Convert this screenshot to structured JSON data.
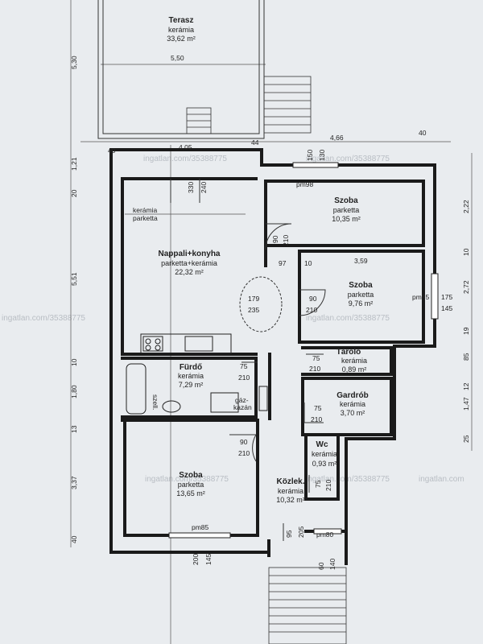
{
  "rooms": {
    "terasz": {
      "name": "Terasz",
      "floor": "kerámia",
      "area": "33,62 m²"
    },
    "szoba1": {
      "name": "Szoba",
      "floor": "parketta",
      "area": "10,35 m²"
    },
    "nappali": {
      "name": "Nappali+konyha",
      "floor": "parketta+kerámia",
      "area": "22,32 m²"
    },
    "szoba2": {
      "name": "Szoba",
      "floor": "parketta",
      "area": "9,76 m²"
    },
    "furdo": {
      "name": "Fürdő",
      "floor": "kerámia",
      "area": "7,29 m²"
    },
    "tarolo": {
      "name": "Tároló",
      "floor": "kerámia",
      "area": "0,89 m²"
    },
    "gardrob": {
      "name": "Gardrób",
      "floor": "kerámia",
      "area": "3,70 m²"
    },
    "szoba3": {
      "name": "Szoba",
      "floor": "parketta",
      "area": "13,65 m²"
    },
    "wc": {
      "name": "Wc",
      "floor": "kerámia",
      "area": "0,93 m²"
    },
    "kozlek": {
      "name": "Közlek.",
      "floor": "kerámia",
      "area": "10,32 m²"
    }
  },
  "labels": {
    "keramia": "kerámia",
    "parketta": "parketta",
    "szell": "szell.",
    "gaz": "gáz-",
    "kazan": "kazán",
    "pm98": "pm98",
    "pm85_right": "pm85",
    "pm85_bottom": "pm85",
    "pm80": "pm80"
  },
  "dims": {
    "d530": "5,30",
    "d550": "5,50",
    "d40a": "40",
    "d405": "4,05",
    "d44": "44",
    "d466": "4,66",
    "d40b": "40",
    "d150": "150",
    "d130": "130",
    "d121": "1,21",
    "d20": "20",
    "d330": "330",
    "d240": "240",
    "d222": "2,22",
    "d10a": "10",
    "d90a": "90",
    "d210a": "210",
    "d97": "97",
    "d10b": "10",
    "d359": "3,59",
    "d551": "5,51",
    "d179": "179",
    "d235": "235",
    "d90b": "90",
    "d210b": "210",
    "d175": "175",
    "d145a": "145",
    "d272": "2,72",
    "d19": "19",
    "d10c": "10",
    "d85": "85",
    "d75a": "75",
    "d210c": "210",
    "d75b": "75",
    "d210d": "210",
    "d180": "1,80",
    "d13": "13",
    "d147": "1,47",
    "d12": "12",
    "d75c": "75",
    "d210e": "210",
    "d25": "25",
    "d90c": "90",
    "d210f": "210",
    "d337": "3,37",
    "d75d": "75",
    "d210g": "210",
    "d40c": "40",
    "d95": "95",
    "d205": "205",
    "d200": "200",
    "d145b": "145",
    "d60": "60",
    "d140": "140",
    "wm1": "ingatlan.com/35388775",
    "wm2": "ingatlan.com/35388775",
    "wm3": "ingatlan.com/35388775",
    "wm4": "ingatlan.com/35388775",
    "wm5": "ingatlan.com/35388775",
    "wm6": "ingatlan.com/35388775",
    "wm7": "ingatlan.com"
  }
}
